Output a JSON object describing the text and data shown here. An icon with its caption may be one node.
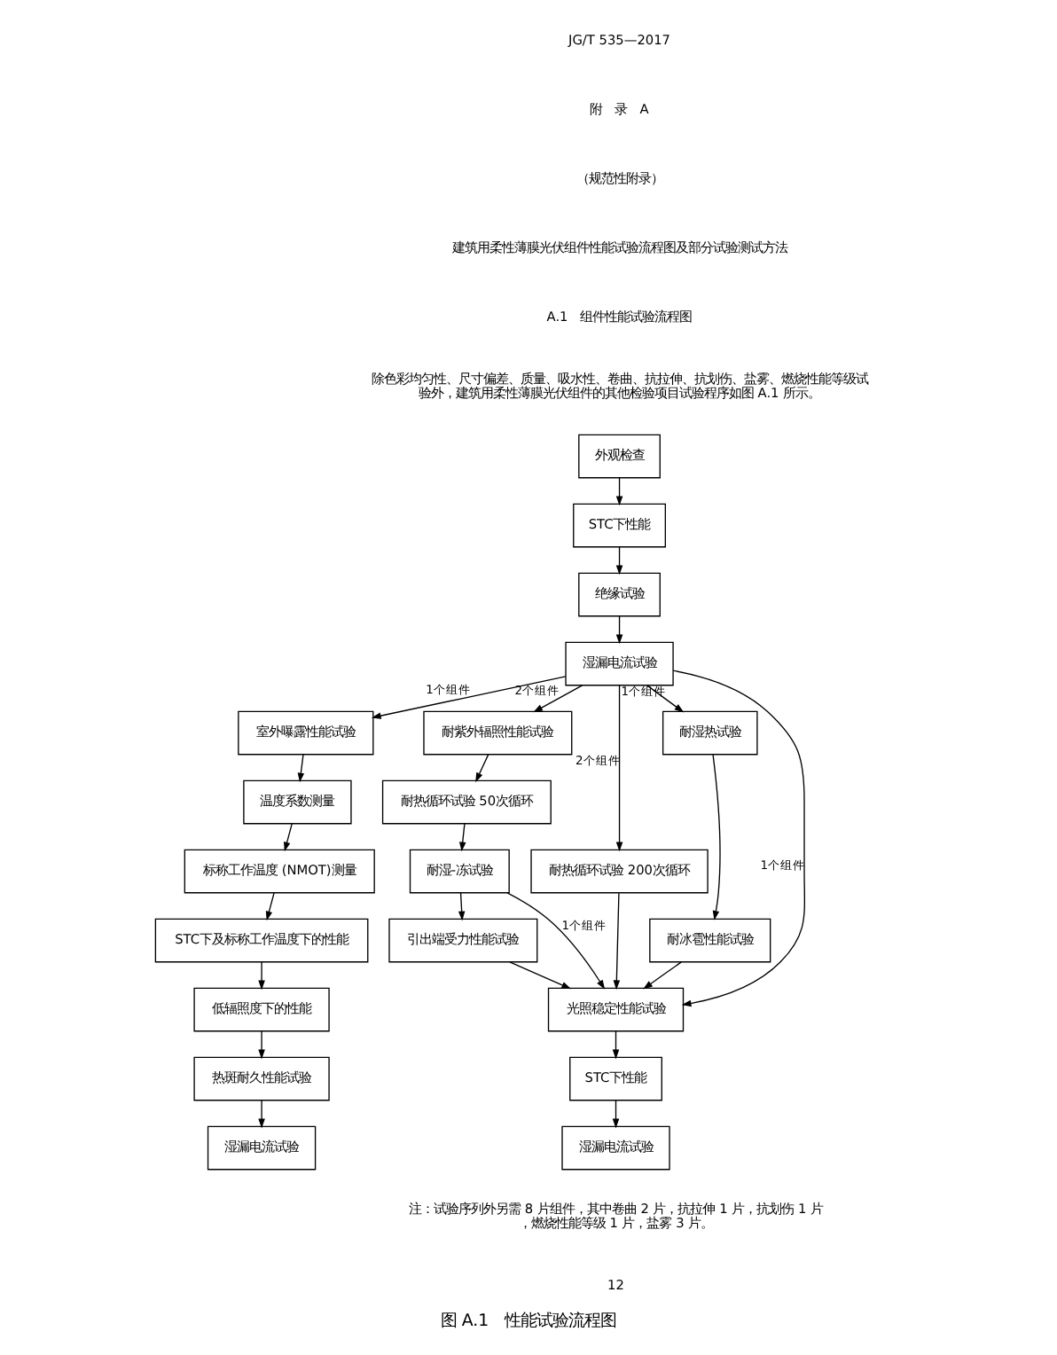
{
  "diagram": {
    "caption": "图 A.1　性能试验流程图",
    "nodes": [
      {
        "text": [
          "外观检查"
        ]
      },
      {
        "text": [
          "STC下性能"
        ]
      },
      {
        "text": [
          "绝缘试验"
        ]
      },
      {
        "text": [
          "湿漏电流试验"
        ]
      },
      {
        "text": [
          "室外曝露性能试验"
        ]
      },
      {
        "text": [
          "温度系数测量"
        ]
      },
      {
        "text": [
          "标称工作温度 (NMOT)测量"
        ]
      },
      {
        "text": [
          "STC下及标称工作温度下的性能"
        ]
      },
      {
        "text": [
          "低辐照度下的性能"
        ]
      },
      {
        "text": [
          "热斑耐久性能试验"
        ]
      },
      {
        "text": [
          "湿漏电流试验"
        ]
      },
      {
        "text": [
          "耐紫外辐照性能试验"
        ]
      },
      {
        "text": [
          "耐热循环试验 50次循环"
        ]
      },
      {
        "text": [
          "耐湿-冻试验"
        ]
      },
      {
        "text": [
          "引出端受力性能试验"
        ]
      },
      {
        "text": [
          "耐热循环试验 200次循环"
        ]
      },
      {
        "text": [
          "耐湿热试验"
        ]
      },
      {
        "text": [
          "耐冰雹性能试验"
        ]
      },
      {
        "text": [
          "光照稳定性能试验"
        ]
      },
      {
        "text": [
          "STC下性能"
        ]
      },
      {
        "text": [
          "湿漏电流试验"
        ]
      }
    ],
    "edges": [
      {
        "from": 0,
        "to": 1,
        "arrow": "to"
      },
      {
        "from": 1,
        "to": 2,
        "arrow": "to"
      },
      {
        "from": 2,
        "to": 3,
        "arrow": "to"
      },
      {
        "from": 3,
        "to": 18,
        "arrow": "to",
        "label": "1个组件"
      },
      {
        "from": 3,
        "to": 4,
        "arrow": "to",
        "label": "1个组件"
      },
      {
        "from": 3,
        "to": 11,
        "arrow": "to",
        "label": "2个组件"
      },
      {
        "from": 3,
        "to": 15,
        "arrow": "to",
        "label": "2个组件"
      },
      {
        "from": 3,
        "to": 16,
        "arrow": "to",
        "label": "1个组件"
      },
      {
        "from": 4,
        "to": 5,
        "arrow": "to"
      },
      {
        "from": 5,
        "to": 6,
        "arrow": "to"
      },
      {
        "from": 6,
        "to": 7,
        "arrow": "to"
      },
      {
        "from": 7,
        "to": 8,
        "arrow": "to"
      },
      {
        "from": 8,
        "to": 9,
        "arrow": "to"
      },
      {
        "from": 9,
        "to": 10,
        "arrow": "to"
      },
      {
        "from": 11,
        "to": 12,
        "arrow": "to"
      },
      {
        "from": 12,
        "to": 13,
        "arrow": "to"
      },
      {
        "from": 13,
        "to": 14,
        "arrow": "to"
      },
      {
        "from": 13,
        "to": 18,
        "arrow": "to",
        "label": "1个组件"
      },
      {
        "from": 14,
        "to": 18,
        "arrow": "to"
      },
      {
        "from": 15,
        "to": 18,
        "arrow": "to"
      },
      {
        "from": 16,
        "to": 17,
        "arrow": "to"
      },
      {
        "from": 17,
        "to": 18,
        "arrow": "to"
      },
      {
        "from": 18,
        "to": 19,
        "arrow": "to"
      },
      {
        "from": 19,
        "to": 20,
        "arrow": "to"
      }
    ],
    "labels": [
      "JG/T 535—2017",
      "附　录　A",
      "（规范性附录）",
      "建筑用柔性薄膜光伏组件性能试验流程图及部分试验测试方法",
      "A.1　组件性能试验流程图",
      "除色彩均匀性、尺寸偏差、质量、吸水性、卷曲、抗拉伸、抗划伤、盐雾、燃烧性能等级试验外，建筑用柔性薄膜光伏组件的其他检验项目试验程序如图 A.1 所示。",
      "注：试验序列外另需 8 片组件，其中卷曲 2 片，抗拉伸 1 片，抗划伤 1 片，燃烧性能等级 1 片，盐雾 3 片。",
      "12"
    ]
  }
}
